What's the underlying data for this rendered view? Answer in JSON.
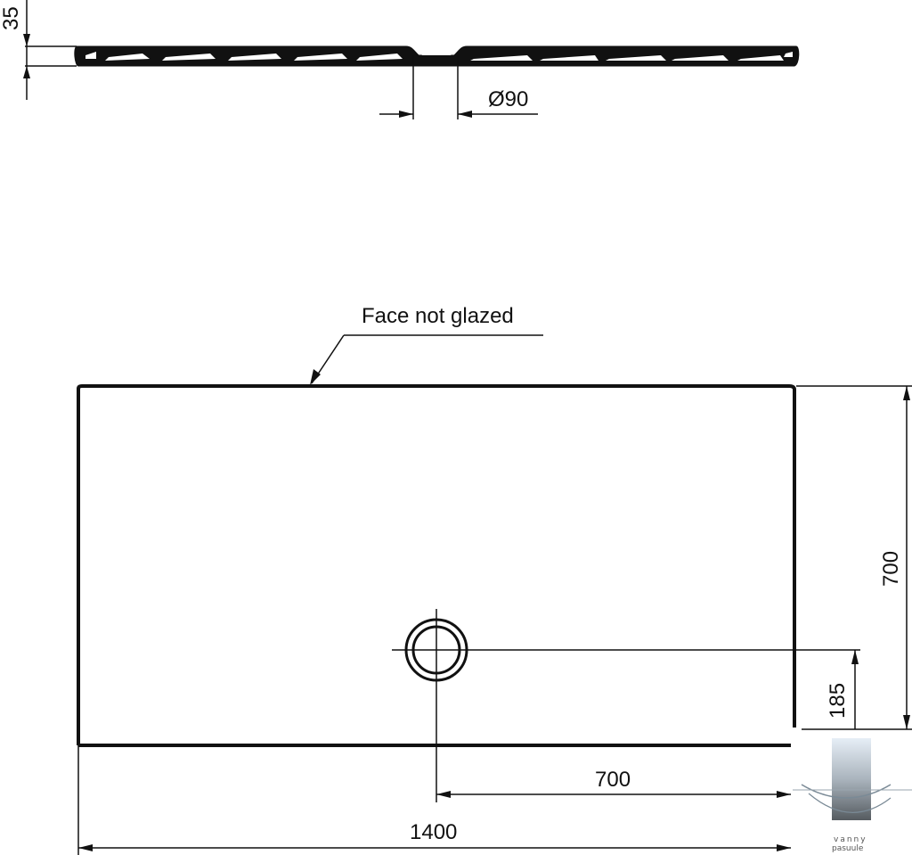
{
  "diagram": {
    "dimensions": {
      "thickness": "35",
      "drain_diameter": "Ø90",
      "width_total": "1400",
      "drain_offset_x": "700",
      "depth_total": "700",
      "drain_offset_y": "185"
    },
    "annotation": "Face not glazed",
    "logo": {
      "text_line1": "vanny",
      "text_line2": "pasuule",
      "icon": "shower-tray-logo-icon"
    }
  }
}
